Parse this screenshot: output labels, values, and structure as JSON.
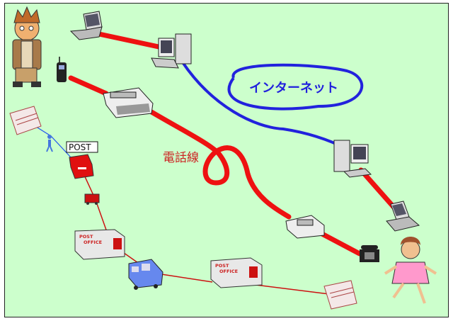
{
  "labels": {
    "internet": "インターネット",
    "phone_line": "電話線",
    "post_sign": "POST",
    "post_office_1_line1": "POST",
    "post_office_1_line2": "OFFICE",
    "post_office_2_line1": "POST",
    "post_office_2_line2": "OFFICE"
  },
  "colors": {
    "background": "#ccffcc",
    "internet_line": "#2222dd",
    "phone_line": "#ee1111",
    "mail_route": "#cc1111",
    "walker_line": "#2255ee"
  },
  "icons": [
    "man-character-icon",
    "mobile-phone-icon",
    "laptop-icon",
    "desktop-computer-icon",
    "fax-machine-icon",
    "telephone-icon",
    "girl-character-icon",
    "letter-icon",
    "mailbox-icon",
    "person-icon",
    "van-icon",
    "bus-icon",
    "post-office-icon"
  ]
}
